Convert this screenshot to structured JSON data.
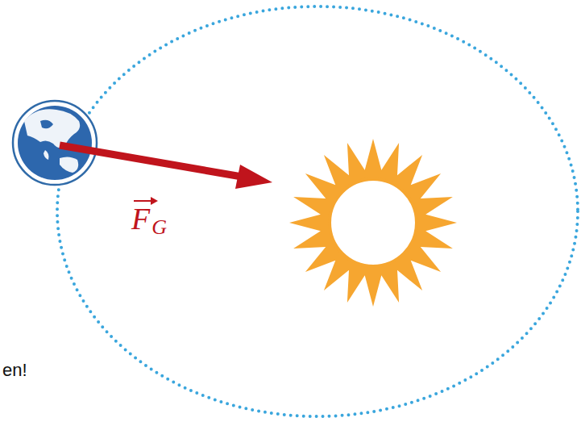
{
  "diagram": {
    "labels": [
      "F",
      "G",
      "en!"
    ]
  }
}
